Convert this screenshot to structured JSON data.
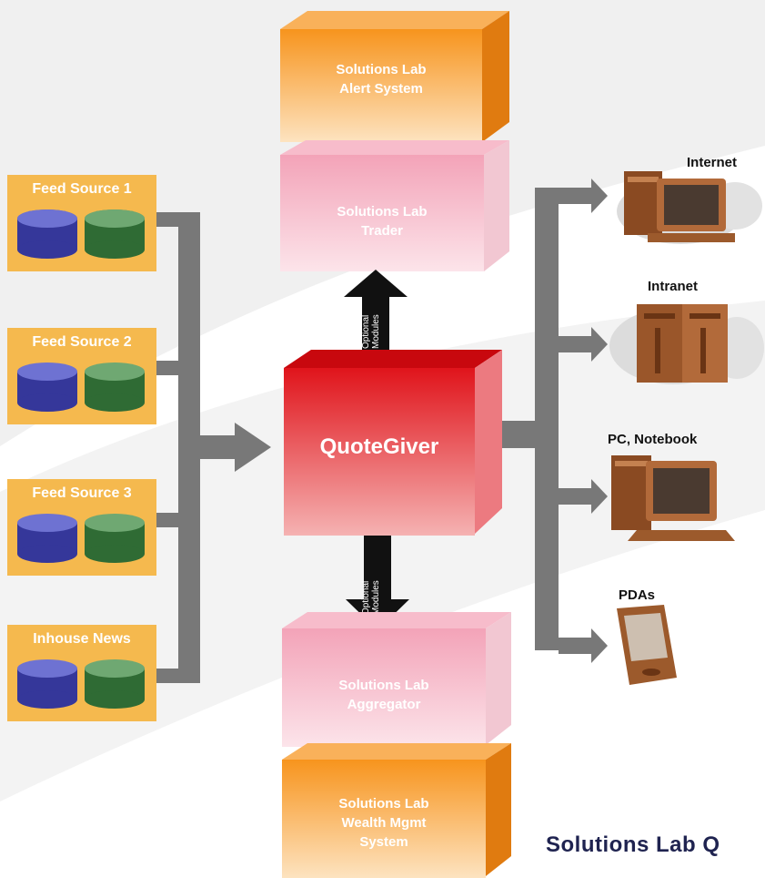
{
  "sources": [
    {
      "label": "Feed Source 1"
    },
    {
      "label": "Feed Source 2"
    },
    {
      "label": "Feed Source 3"
    },
    {
      "label": "Inhouse News"
    }
  ],
  "core": {
    "label": "QuoteGiver"
  },
  "modules": {
    "alert": {
      "line1": "Solutions Lab",
      "line2": "Alert System"
    },
    "trader": {
      "line1": "Solutions Lab",
      "line2": "Trader"
    },
    "aggregator": {
      "line1": "Solutions Lab",
      "line2": "Aggregator"
    },
    "wealth": {
      "line1": "Solutions Lab",
      "line2": "Wealth Mgmt",
      "line3": "System"
    },
    "optional_up": {
      "line1": "Optional",
      "line2": "Modules"
    },
    "optional_down": {
      "line1": "Optional",
      "line2": "Modules"
    }
  },
  "outputs": [
    {
      "label": "Internet",
      "icon": "desktop-computer-icon"
    },
    {
      "label": "Intranet",
      "icon": "server-icon"
    },
    {
      "label": "PC, Notebook",
      "icon": "pc-icon"
    },
    {
      "label": "PDAs",
      "icon": "pda-icon"
    }
  ],
  "brand": {
    "text": "Solutions Lab Q"
  },
  "colors": {
    "source_box": "#f5b94e",
    "arrow": "#7a7a7a",
    "core": "#e0141b",
    "module_pink": "#f6a9bd",
    "module_orange": "#f7941d"
  }
}
